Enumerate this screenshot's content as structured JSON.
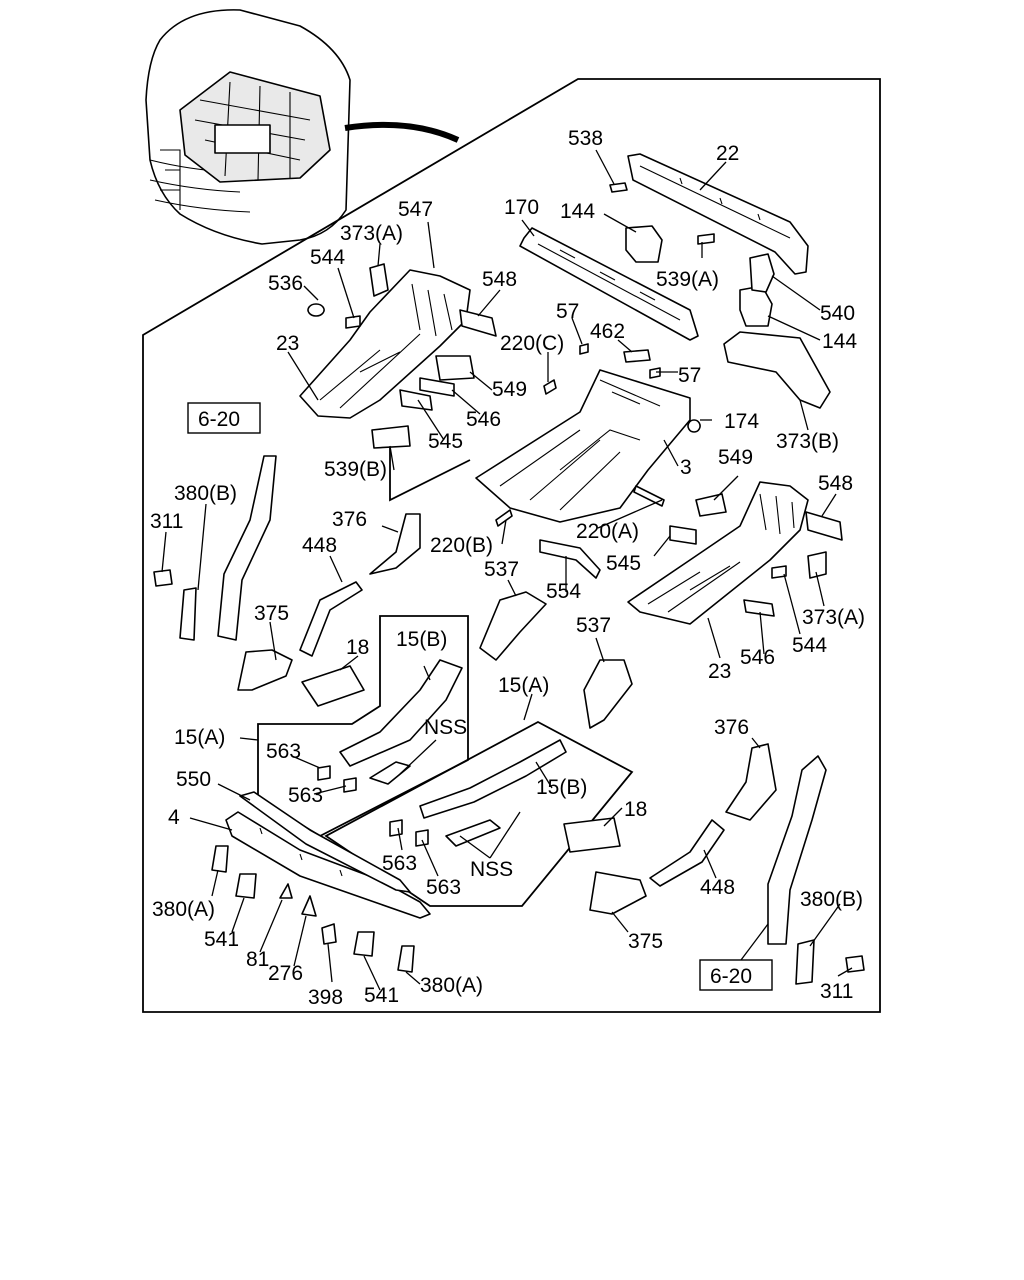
{
  "labels": {
    "l538": "538",
    "l22": "22",
    "l547": "547",
    "l170": "170",
    "l144a": "144",
    "l373a1": "373(A)",
    "l544a": "544",
    "l536": "536",
    "l548a": "548",
    "l539a": "539(A)",
    "l540": "540",
    "l144b": "144",
    "l57a": "57",
    "l462": "462",
    "l220c": "220(C)",
    "l57b": "57",
    "l23a": "23",
    "l549a": "549",
    "l546a": "546",
    "l174": "174",
    "l545a": "545",
    "l373b": "373(B)",
    "l539b": "539(B)",
    "l3": "3",
    "l549b": "549",
    "l548b": "548",
    "l380b1": "380(B)",
    "l311a": "311",
    "l376a": "376",
    "l220a": "220(A)",
    "l448a": "448",
    "l220b": "220(B)",
    "l545b": "545",
    "l537a": "537",
    "l554": "554",
    "l373a2": "373(A)",
    "l375a": "375",
    "l18a": "18",
    "l15b1": "15(B)",
    "l537b": "537",
    "l544b": "544",
    "l546b": "546",
    "l23b": "23",
    "l15a1": "15(A)",
    "l563a": "563",
    "l15a2": "15(A)",
    "lnss1": "NSS",
    "l563b": "563",
    "l376b": "376",
    "l550": "550",
    "l15b2": "15(B)",
    "l4": "4",
    "l18b": "18",
    "l563c": "563",
    "l448b": "448",
    "lnss2": "NSS",
    "l563d": "563",
    "l380b2": "380(B)",
    "l380a1": "380(A)",
    "l541a": "541",
    "l81": "81",
    "l276": "276",
    "l398": "398",
    "l541b": "541",
    "l380a2": "380(A)",
    "l375b": "375",
    "l311b": "311"
  },
  "references": {
    "ref_left": "6-20",
    "ref_right": "6-20"
  }
}
